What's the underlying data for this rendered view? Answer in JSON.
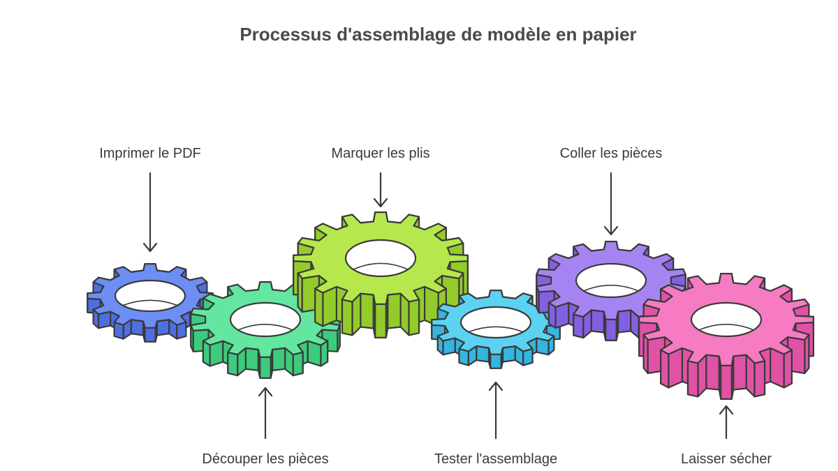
{
  "title": "Processus d'assemblage de modèle en papier",
  "steps": [
    {
      "label": "Imprimer le PDF",
      "label_position": "top",
      "color_top": "#6d8ef5",
      "color_side": "#4f6fe0"
    },
    {
      "label": "Découper les pièces",
      "label_position": "bottom",
      "color_top": "#63e6a0",
      "color_side": "#3dcb7e"
    },
    {
      "label": "Marquer les plis",
      "label_position": "top",
      "color_top": "#b6e84d",
      "color_side": "#93cc2a"
    },
    {
      "label": "Tester l'assemblage",
      "label_position": "bottom",
      "color_top": "#5bd2f2",
      "color_side": "#34b6e0"
    },
    {
      "label": "Coller les pièces",
      "label_position": "top",
      "color_top": "#a584f2",
      "color_side": "#8460e0"
    },
    {
      "label": "Laisser sécher",
      "label_position": "bottom",
      "color_top": "#f67bc2",
      "color_side": "#e052a6"
    }
  ]
}
